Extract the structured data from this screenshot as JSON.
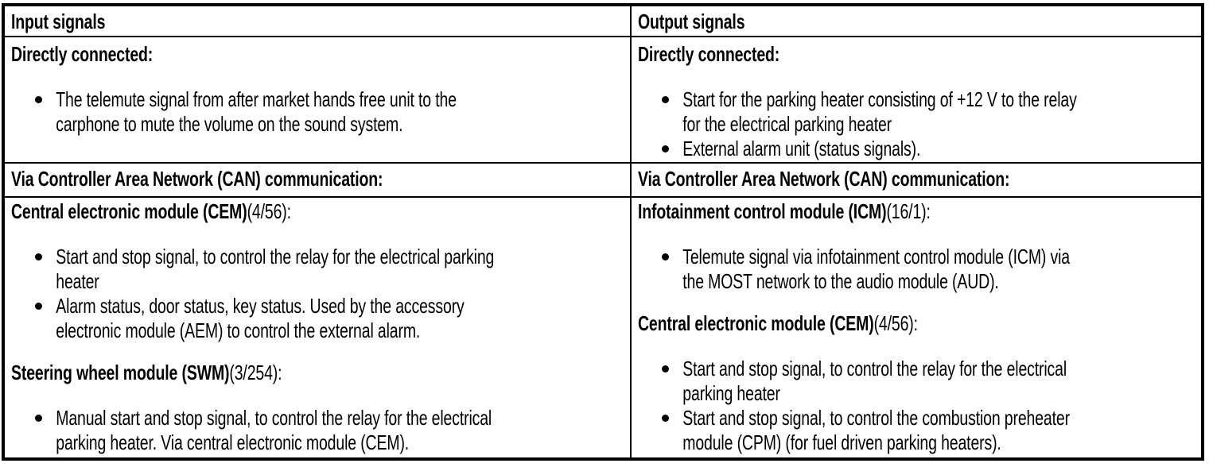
{
  "table": {
    "header_row": {
      "left": "Input signals",
      "right": "Output signals"
    },
    "row_direct": {
      "left": {
        "heading": "Directly connected:",
        "bullets": [
          "The telemute signal from after market hands free unit to the\ncarphone to mute the volume on the sound system."
        ]
      },
      "right": {
        "heading": "Directly connected:",
        "bullets": [
          "Start for the parking heater consisting of +12 V to the relay\nfor the electrical parking heater",
          "External alarm unit (status signals)."
        ]
      }
    },
    "row_can": {
      "left": "Via Controller Area Network (CAN) communication:",
      "right": "Via Controller Area Network (CAN) communication:"
    },
    "row_modules": {
      "left": {
        "groups": [
          {
            "name": "Central electronic module (CEM)",
            "ref": "(4/56):",
            "bullets": [
              "Start and stop signal, to control the relay for the electrical parking\nheater",
              "Alarm status, door status, key status. Used by the accessory\nelectronic module (AEM) to control the external alarm."
            ]
          },
          {
            "name": "Steering wheel module (SWM)",
            "ref": "(3/254):",
            "bullets": [
              "Manual start and stop signal, to control the relay for the electrical\nparking heater. Via central electronic module (CEM)."
            ]
          }
        ]
      },
      "right": {
        "groups": [
          {
            "name": "Infotainment control module (ICM)",
            "ref": "(16/1):",
            "bullets": [
              "Telemute signal via infotainment control module (ICM) via\nthe MOST network to the audio module (AUD)."
            ]
          },
          {
            "name": "Central electronic module (CEM)",
            "ref": "(4/56):",
            "bullets": [
              "Start and stop signal, to control the relay for the electrical\nparking heater",
              "Start and stop signal, to control the combustion preheater\nmodule (CPM) (for fuel driven parking heaters)."
            ]
          }
        ]
      }
    }
  }
}
